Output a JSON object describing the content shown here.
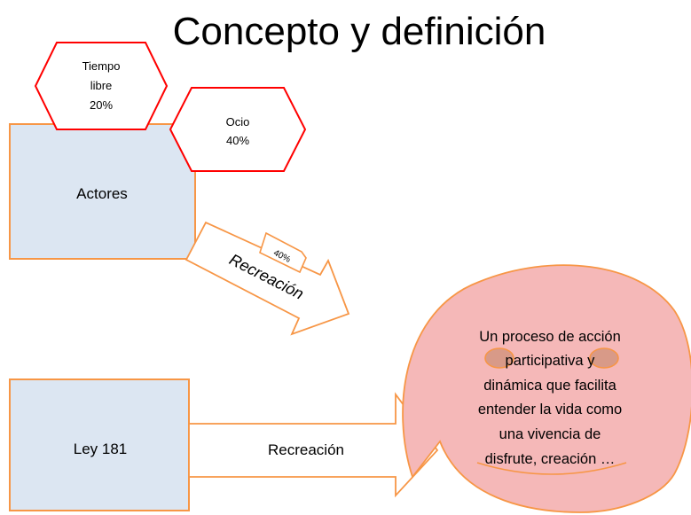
{
  "title": "Concepto y definición",
  "hexagons": {
    "tiempo_libre": {
      "line1": "Tiempo",
      "line2": "libre",
      "line3": "20%"
    },
    "ocio": {
      "line1": "Ocio",
      "line2": "40%"
    }
  },
  "boxes": {
    "actores": "Actores",
    "ley": "Ley 181"
  },
  "arrows": {
    "diagonal_label": "Recreación",
    "diagonal_tag": "40%",
    "horizontal_label": "Recreación"
  },
  "bubble": {
    "lines": [
      "Un proceso de acción",
      "participativa y",
      "dinámica que facilita",
      "entender la vida como",
      "una vivencia de",
      "disfrute, creación …"
    ]
  },
  "colors": {
    "box_fill": "#dce6f2",
    "box_stroke": "#f79646",
    "hex_stroke": "#ff0000",
    "bubble_fill": "#f5b8b8",
    "bubble_stroke": "#f79646",
    "eye_fill": "#d89a88"
  }
}
